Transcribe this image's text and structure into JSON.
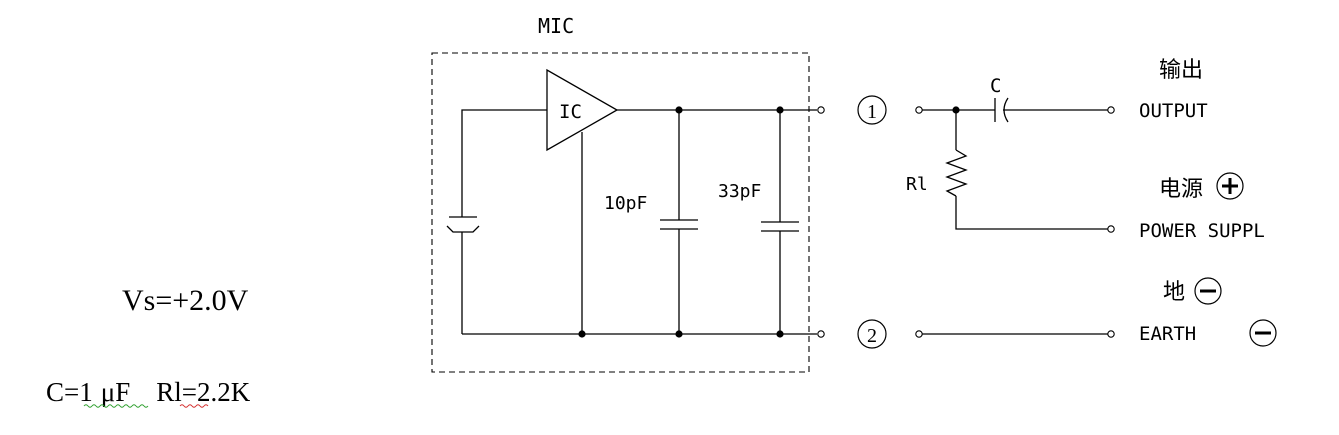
{
  "mic_label": "MIC",
  "ic_label": "IC",
  "cap_10": "10pF",
  "cap_33": "33pF",
  "pin_1": "1",
  "pin_2": "2",
  "cap_c": "C",
  "resistor": "Rl",
  "output_cn": "输出",
  "output_en": "OUTPUT",
  "power_cn": "电源",
  "power_en": "POWER SUPPL",
  "earth_cn": "地",
  "earth_en": "EARTH",
  "supply_voltage": "Vs=+2.0V",
  "c_value_prefix": "C=",
  "c_value_num": "1",
  "c_value_unit": "μF",
  "r_value_prefix": "Rl",
  "r_value_suffix": "=2.2K",
  "colors": {
    "line": "#000000",
    "spell_green": "#2a9d2a",
    "spell_red": "#d42a2a"
  }
}
